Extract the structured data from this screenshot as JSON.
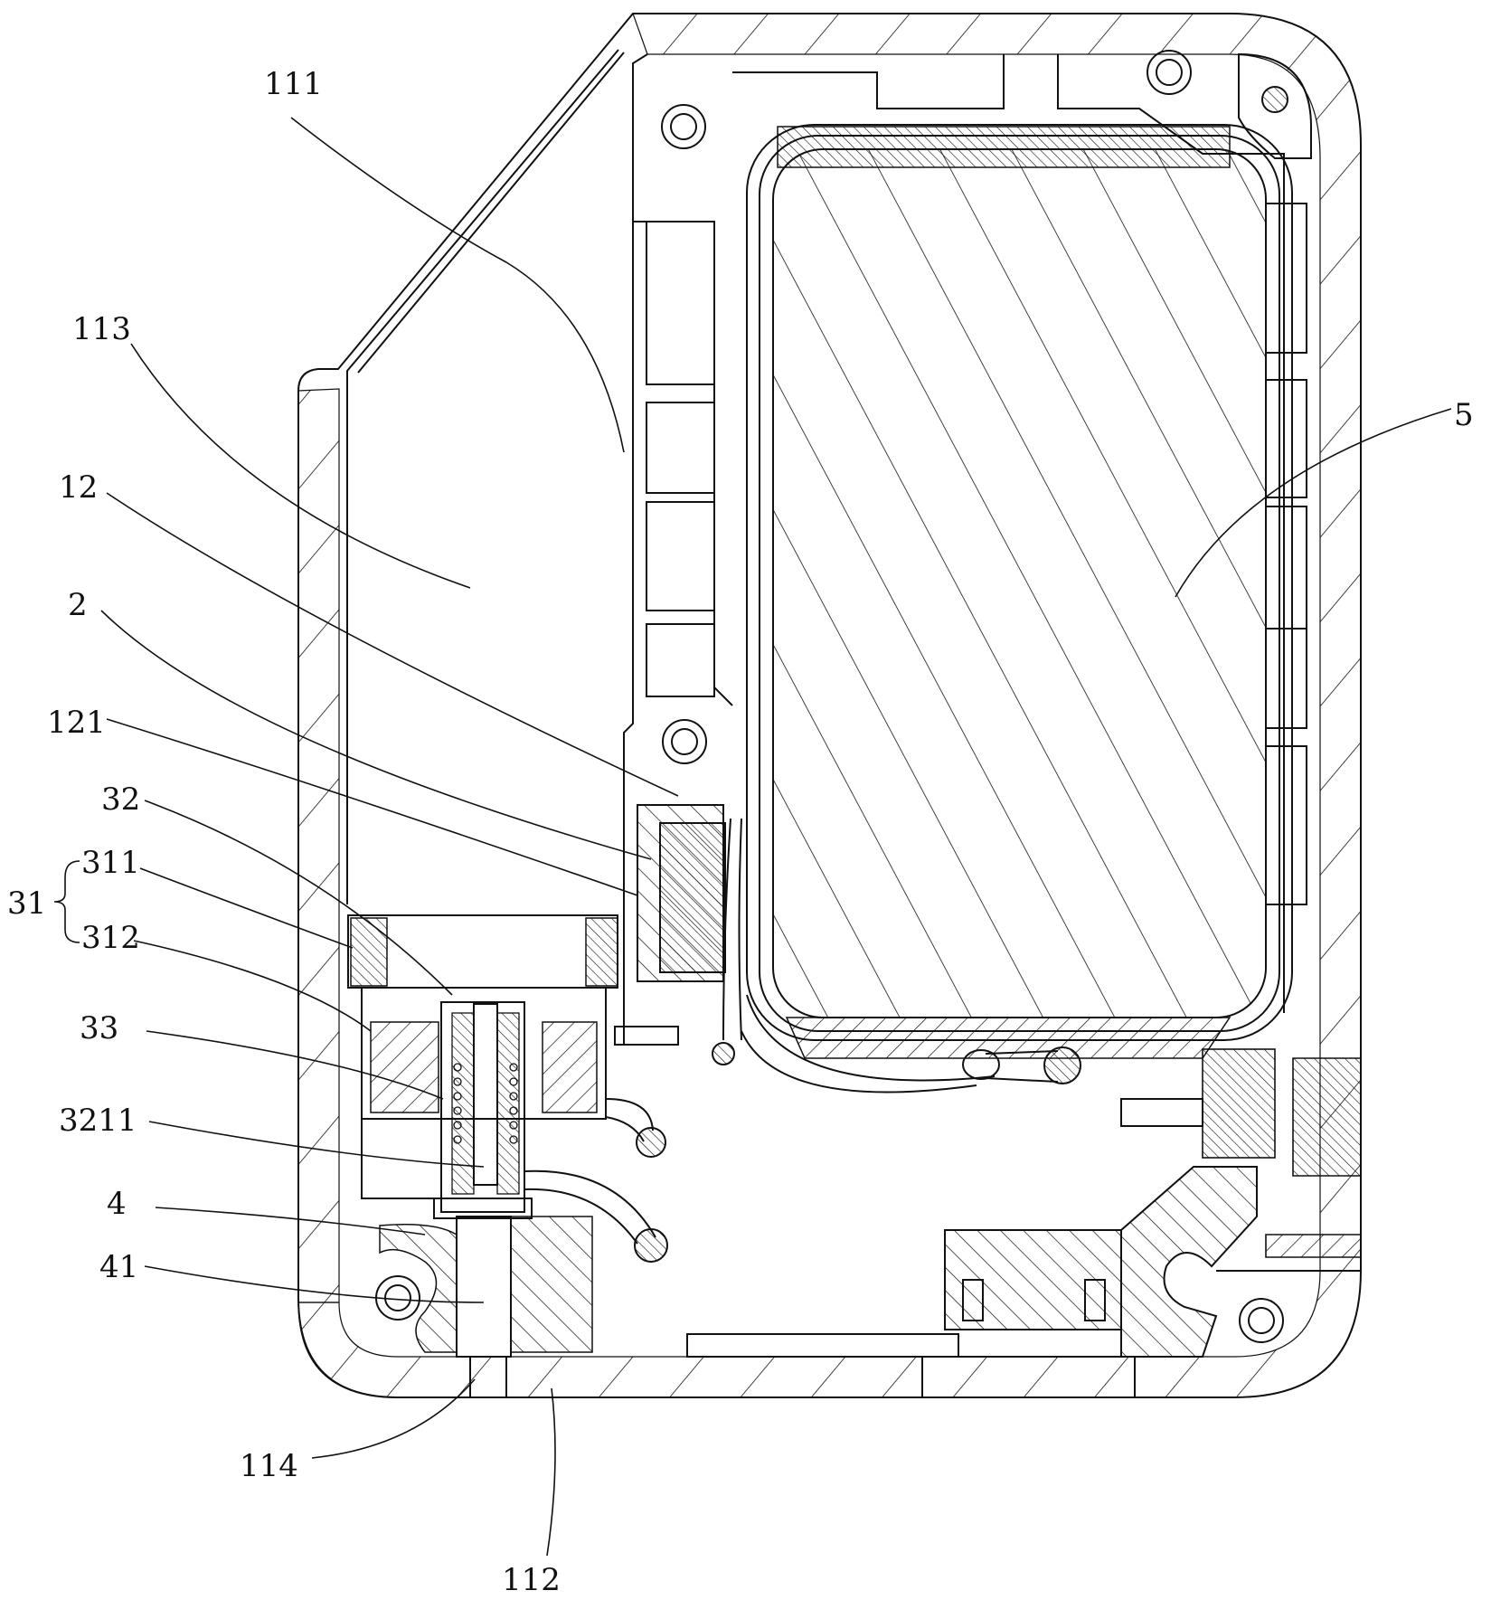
{
  "labels": [
    {
      "id": "111",
      "text": "111"
    },
    {
      "id": "113",
      "text": "113"
    },
    {
      "id": "12",
      "text": "12"
    },
    {
      "id": "2",
      "text": "2"
    },
    {
      "id": "121",
      "text": "121"
    },
    {
      "id": "32",
      "text": "32"
    },
    {
      "id": "31",
      "text": "31"
    },
    {
      "id": "311",
      "text": "311"
    },
    {
      "id": "312",
      "text": "312"
    },
    {
      "id": "33",
      "text": "33"
    },
    {
      "id": "3211",
      "text": "3211"
    },
    {
      "id": "4",
      "text": "4"
    },
    {
      "id": "41",
      "text": "41"
    },
    {
      "id": "5",
      "text": "5"
    },
    {
      "id": "114",
      "text": "114"
    },
    {
      "id": "112",
      "text": "112"
    }
  ]
}
